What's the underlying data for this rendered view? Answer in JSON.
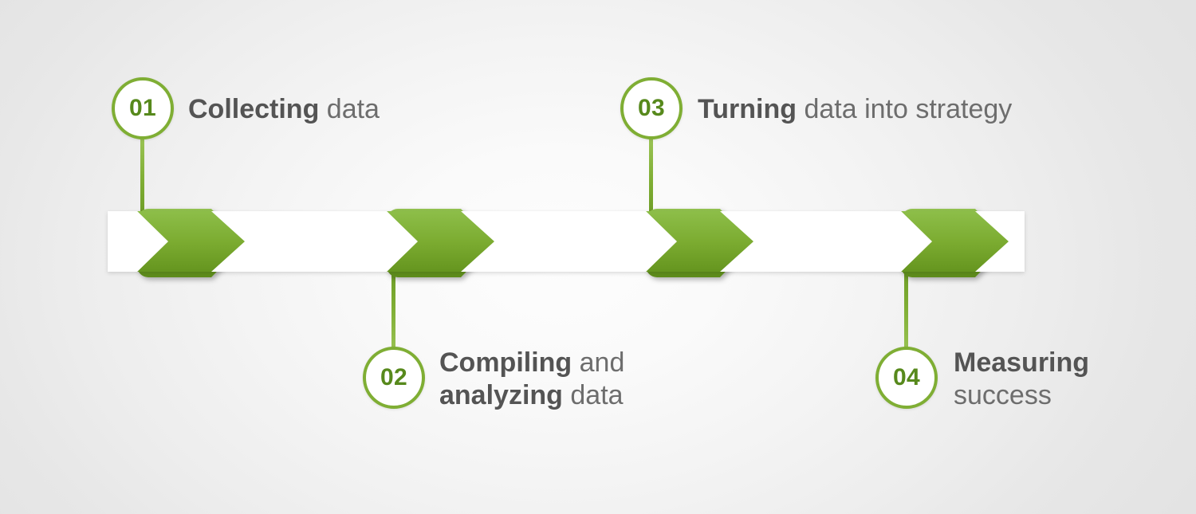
{
  "diagram": {
    "title": "Four-step data process timeline",
    "type": "process-timeline",
    "colors": {
      "green_light": "#8ebd4a",
      "green_mid": "#7fae34",
      "green_dark": "#5d8c1c",
      "green_edge": "#6d9c26",
      "bar_white": "#ffffff",
      "text_bold": "#545454",
      "text_regular": "#6d6d6d",
      "number_green": "#57891c",
      "background_center": "#fdfdfd",
      "background_edge": "#e3e3e3"
    },
    "steps": [
      {
        "number": "01",
        "position": "above",
        "label_bold": "Collecting",
        "label_regular": " data",
        "label_line2_bold": "",
        "label_line2_regular": ""
      },
      {
        "number": "02",
        "position": "below",
        "label_bold": "Compiling",
        "label_regular": " and",
        "label_line2_bold": "analyzing",
        "label_line2_regular": " data"
      },
      {
        "number": "03",
        "position": "above",
        "label_bold": "Turning",
        "label_regular": " data into strategy",
        "label_line2_bold": "",
        "label_line2_regular": ""
      },
      {
        "number": "04",
        "position": "below",
        "label_bold": "Measuring",
        "label_regular": "",
        "label_line2_bold": "",
        "label_line2_regular": "success"
      }
    ]
  }
}
